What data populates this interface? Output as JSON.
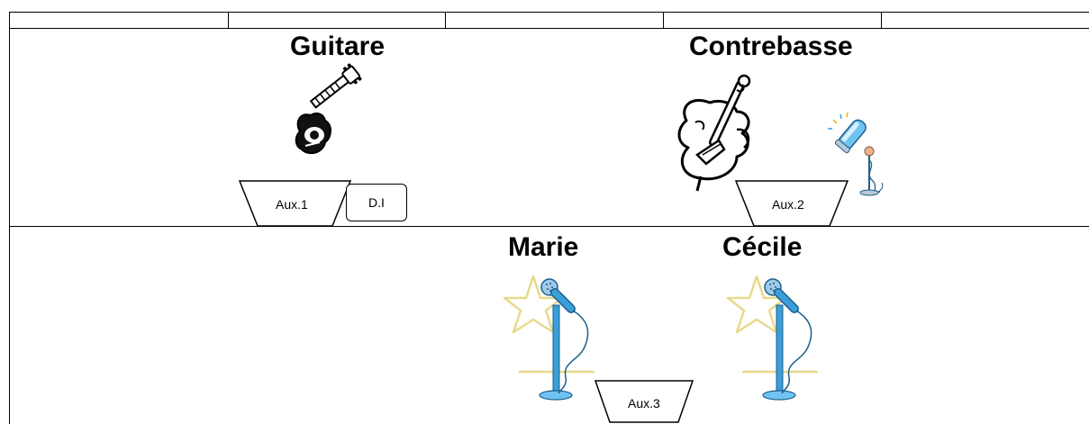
{
  "sections": {
    "guitar_label": "Guitare",
    "bass_label": "Contrebasse",
    "marie_label": "Marie",
    "cecile_label": "Cécile"
  },
  "outputs": {
    "aux1": "Aux.1",
    "di": "D.I",
    "aux2": "Aux.2",
    "aux3": "Aux.3"
  },
  "icons": {
    "guitar": "guitar-icon",
    "double_bass": "double-bass-icon",
    "instrument_mic": "microphone-icon",
    "vocal_mic_marie": "vocal-microphone-icon",
    "vocal_mic_cecile": "vocal-microphone-icon"
  },
  "colors": {
    "mic_blue": "#3a9fd8",
    "mic_dark": "#1c5f8c",
    "star_yellow": "#e7d98c",
    "floor_line": "#e7d98c"
  }
}
